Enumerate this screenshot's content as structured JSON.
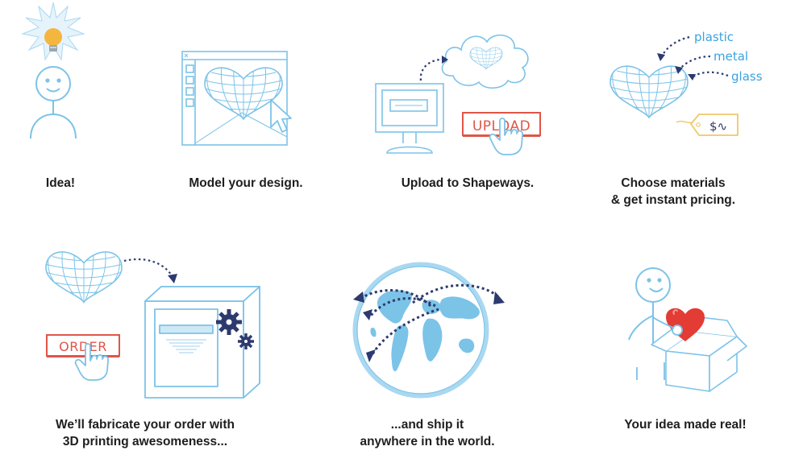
{
  "colors": {
    "line": "#7cc3e8",
    "dark": "#2d3a6e",
    "accent_red": "#e05548",
    "heart_red": "#e23c35",
    "material_label": "#3aa3e0",
    "price_tag": "#f0c86a",
    "bulb": "#f4b63f"
  },
  "steps": [
    {
      "caption": "Idea!"
    },
    {
      "caption": "Model your design."
    },
    {
      "caption": "Upload to Shapeways.",
      "button": "UPLOAD"
    },
    {
      "caption_line1": "Choose materials",
      "caption_line2": "& get instant pricing.",
      "materials": [
        "plastic",
        "metal",
        "glass"
      ],
      "price_tag": "$∿"
    },
    {
      "caption_line1": "We’ll fabricate your order with",
      "caption_line2": "3D printing awesomeness...",
      "button": "ORDER"
    },
    {
      "caption_line1": "...and ship it",
      "caption_line2": "anywhere in the world."
    },
    {
      "caption": "Your idea made real!"
    }
  ]
}
